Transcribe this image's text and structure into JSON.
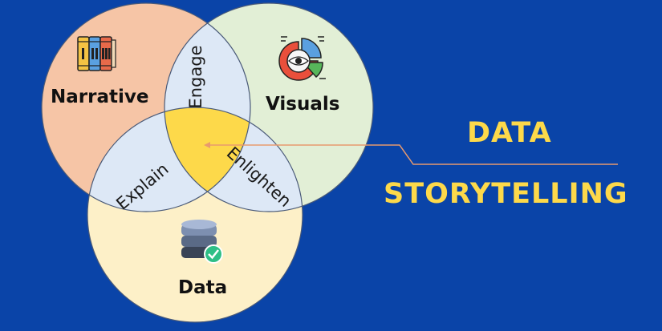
{
  "circles": {
    "narrative": "Narrative",
    "visuals": "Visuals",
    "data": "Data"
  },
  "overlaps": {
    "engage": "Engage",
    "explain": "Explain",
    "enlighten": "Enlighten"
  },
  "title": {
    "line1": "DATA",
    "line2": "STORYTELLING"
  },
  "colors": {
    "background": "#0a44a8",
    "narrative": "#f6c5a6",
    "visuals": "#e2efd6",
    "data": "#fdf0c8",
    "overlap": "#dde8f6",
    "center": "#fdd94a",
    "title": "#fdd94a",
    "pointer_line": "#e89a6e"
  },
  "icons": [
    "books-icon",
    "eye-chart-icon",
    "database-check-icon"
  ]
}
